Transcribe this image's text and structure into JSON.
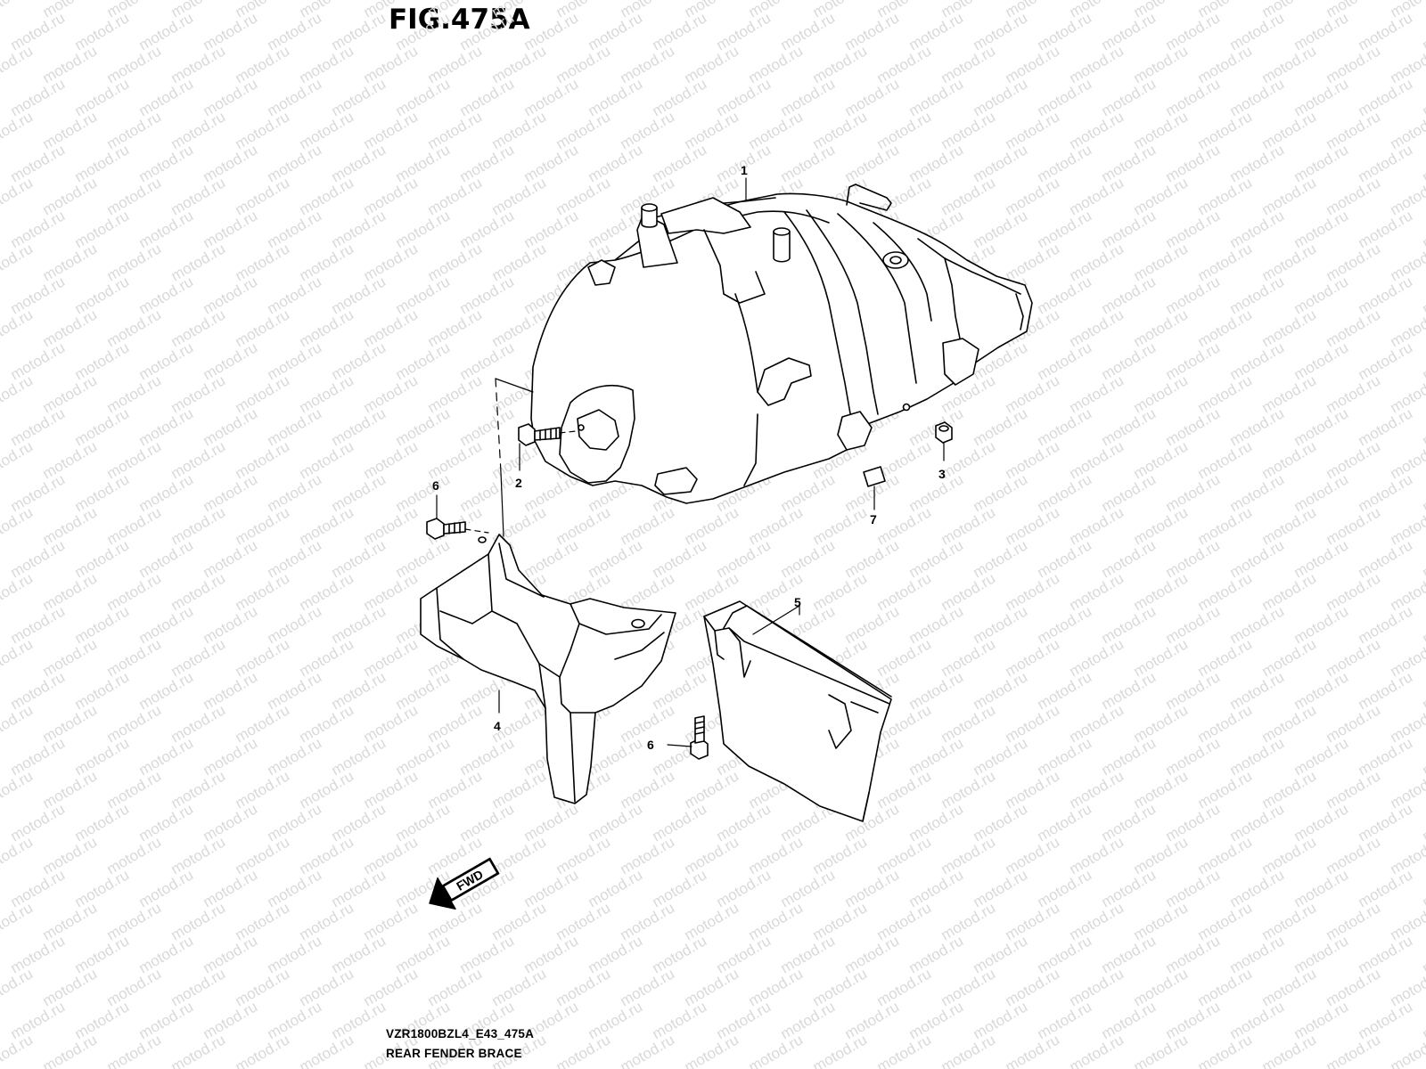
{
  "diagram": {
    "title": "FIG.475A",
    "model_code": "VZR1800BZL4_E43_475A",
    "caption": "REAR FENDER BRACE",
    "watermark_text": "motod.ru",
    "watermark_color": "#d9d9d9",
    "line_color": "#000000",
    "fwd_label": "FWD",
    "callouts": [
      "1",
      "2",
      "3",
      "4",
      "5",
      "6",
      "6",
      "7"
    ]
  }
}
